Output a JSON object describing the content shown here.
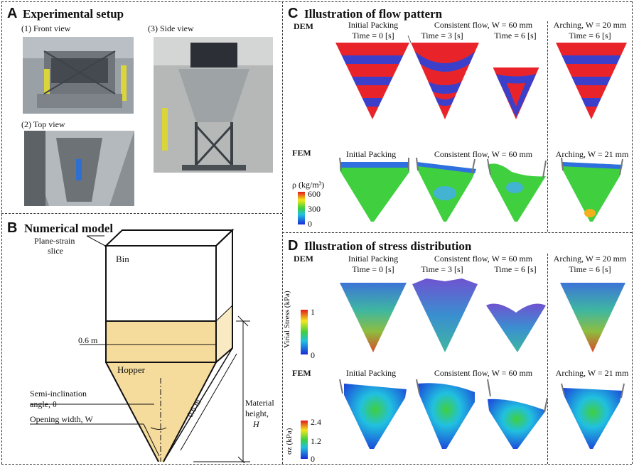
{
  "panelA": {
    "letter": "A",
    "title": "Experimental setup",
    "front_view": "(1) Front view",
    "top_view": "(2) Top view",
    "side_view": "(3) Side view"
  },
  "panelB": {
    "letter": "B",
    "title": "Numerical model",
    "plane_strain_1": "Plane-strain",
    "plane_strain_2": "slice",
    "bin": "Bin",
    "width_06": "0.6 m",
    "hopper": "Hopper",
    "semi_1": "Semi-inclination",
    "semi_2": "angle, θ",
    "opening": "Opening width, W",
    "slant_06": "0.6 m",
    "mat_1": "Material",
    "mat_2": "height,",
    "mat_3": "H"
  },
  "panelC": {
    "letter": "C",
    "title": "Illustration of flow pattern",
    "dem": "DEM",
    "fem": "FEM",
    "dem_headers": [
      {
        "l1": "Initial Packing",
        "l2": "Time = 0 [s]"
      },
      {
        "l1": "Consistent flow, W = 60 mm",
        "l2": "Time = 3 [s]"
      },
      {
        "l1": "",
        "l2": "Time = 6 [s]"
      },
      {
        "l1": "Arching, W = 20 mm",
        "l2": "Time = 6 [s]"
      }
    ],
    "fem_headers": [
      "Initial Packing",
      "Consistent flow, W = 60 mm",
      "Arching, W = 21 mm"
    ],
    "colorbar_label": "ρ (kg/m³)",
    "colorbar_ticks": [
      "600",
      "300",
      "0"
    ]
  },
  "panelD": {
    "letter": "D",
    "title": "Illustration of stress distribution",
    "dem": "DEM",
    "fem": "FEM",
    "dem_headers": [
      {
        "l1": "Initial Packing",
        "l2": "Time = 0 [s]"
      },
      {
        "l1": "Consistent flow, W = 60 mm",
        "l2": "Time = 3 [s]"
      },
      {
        "l1": "",
        "l2": "Time = 6 [s]"
      },
      {
        "l1": "Arching, W = 20 mm",
        "l2": "Time = 6 [s]"
      }
    ],
    "fem_headers": [
      "Initial Packing",
      "Consistent flow, W = 60 mm",
      "Arching, W = 21 mm"
    ],
    "dem_colorbar_label": "Virial Stress (kPa)",
    "dem_colorbar_ticks": [
      "1",
      "0"
    ],
    "fem_colorbar_label": "σz (kPa)",
    "fem_colorbar_ticks": [
      "2.4",
      "1.2",
      "0"
    ]
  },
  "colors": {
    "packing_red": "#e8242a",
    "packing_blue": "#3b3fc9",
    "material_fill": "#f6dc9c",
    "fem_green": "#3fcf3f"
  }
}
